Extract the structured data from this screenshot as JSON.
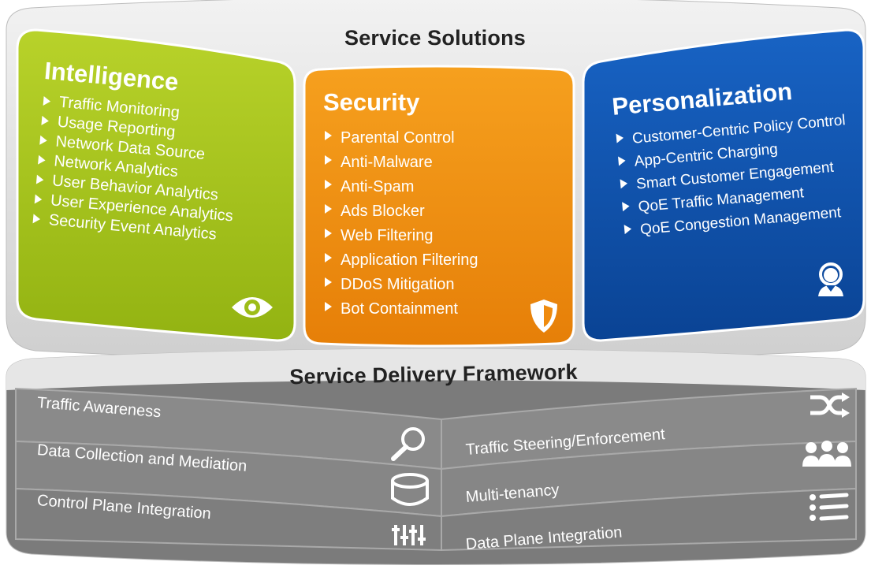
{
  "solutions": {
    "title": "Service Solutions",
    "intelligence": {
      "title": "Intelligence",
      "items": [
        "Traffic Monitoring",
        "Usage Reporting",
        "Network Data Source",
        "Network Analytics",
        "User Behavior Analytics",
        "User Experience Analytics",
        "Security Event Analytics"
      ],
      "color": "#a3c11c",
      "icon": "eye-icon"
    },
    "security": {
      "title": "Security",
      "items": [
        "Parental Control",
        "Anti-Malware",
        "Anti-Spam",
        "Ads Blocker",
        "Web Filtering",
        "Application Filtering",
        "DDoS Mitigation",
        "Bot Containment"
      ],
      "color": "#ef8b0f",
      "icon": "shield-icon"
    },
    "personalization": {
      "title": "Personalization",
      "items": [
        "Customer-Centric Policy Control",
        "App-Centric Charging",
        "Smart Customer Engagement",
        "QoE Traffic Management",
        "QoE Congestion Management"
      ],
      "color": "#0d4ea6",
      "icon": "user-headset-icon"
    }
  },
  "framework": {
    "title": "Service Delivery Framework",
    "left": [
      {
        "label": "Traffic Awareness",
        "icon": "magnifier-icon"
      },
      {
        "label": "Data Collection and Mediation",
        "icon": "database-icon"
      },
      {
        "label": "Control Plane Integration",
        "icon": "arrows-sliders-icon"
      }
    ],
    "right": [
      {
        "label": "Traffic Steering/Enforcement",
        "icon": "shuffle-icon"
      },
      {
        "label": "Multi-tenancy",
        "icon": "group-users-icon"
      },
      {
        "label": "Data Plane Integration",
        "icon": "list-icon"
      }
    ]
  }
}
